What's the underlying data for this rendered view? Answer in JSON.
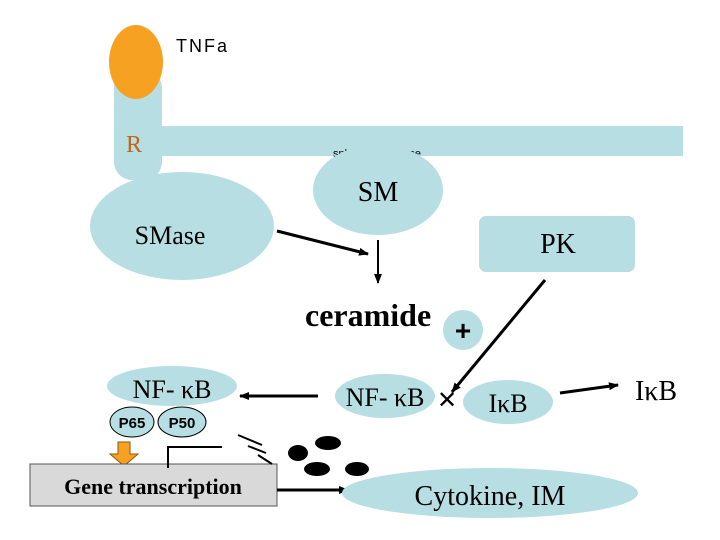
{
  "labels": {
    "tnfa": "TNFa",
    "receptor": "R",
    "sphingomyelinase": "sphingomyelinase",
    "sm": "SM",
    "smase": "SMase",
    "pk": "PK",
    "ceramide": "ceramide",
    "plus": "+",
    "nfkb_left": "NF- κB",
    "p65": "P65",
    "p50": "P50",
    "gene_transcription": "Gene transcription",
    "nfkb_center": "NF- κB",
    "ikb_center": "IκB",
    "ikb_right": "IκB",
    "cytokine": "Cytokine, IM",
    "cross": "✕"
  },
  "colors": {
    "orange": "#F7A122",
    "light_blue": "#B7DEE2",
    "ink": "#000000",
    "gray_box": "#D9D9D9",
    "arrow_orange": "#F7A122"
  }
}
